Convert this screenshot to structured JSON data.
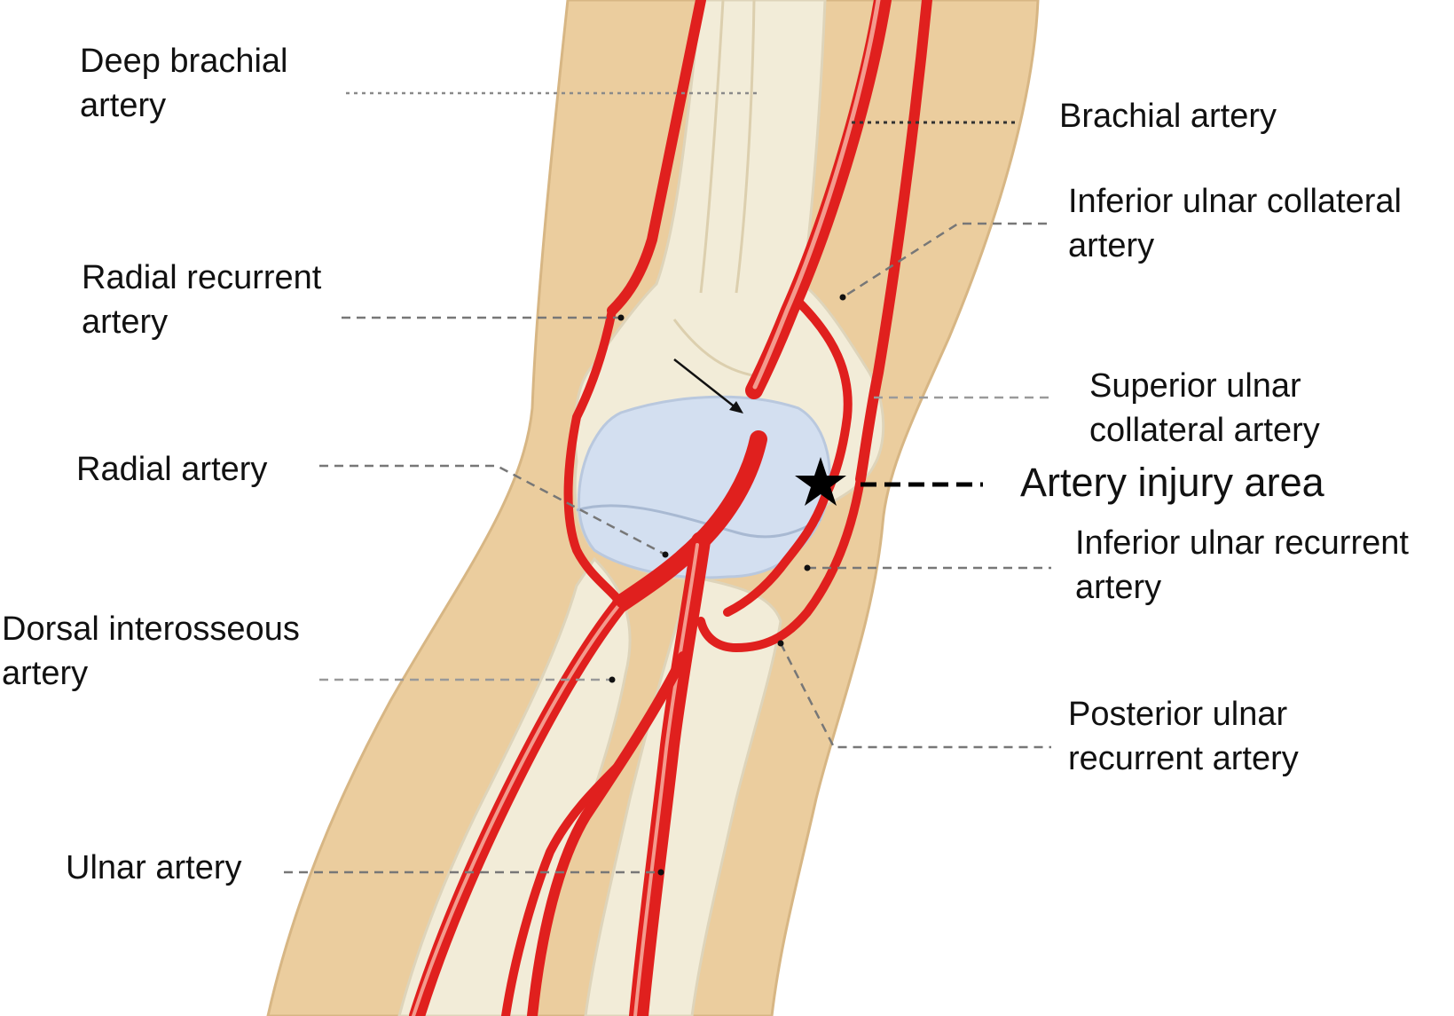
{
  "diagram": {
    "colors": {
      "skin": "#ebcd9e",
      "skin_edge": "#dcbb88",
      "bone": "#f2ecd8",
      "bone_edge": "#ded4ba",
      "cartilage": "#d3dff0",
      "artery": "#e0201e",
      "artery_highlight": "#f7b9a9",
      "leader": "#777777",
      "injury_marker": "#000000"
    },
    "labels": {
      "deep_brachial": [
        "Deep brachial",
        "artery"
      ],
      "radial_recurrent": [
        "Radial recurrent",
        "artery"
      ],
      "radial": [
        "Radial artery"
      ],
      "dorsal_interosseous": [
        "Dorsal interosseous",
        "artery"
      ],
      "ulnar": [
        "Ulnar artery"
      ],
      "brachial": [
        "Brachial artery"
      ],
      "inferior_ulnar_collateral": [
        "Inferior ulnar collateral",
        "artery"
      ],
      "superior_ulnar_collateral": [
        "Superior ulnar",
        "collateral artery"
      ],
      "artery_injury_area": [
        "Artery injury area"
      ],
      "inferior_ulnar_recurrent": [
        "Inferior ulnar recurrent",
        "artery"
      ],
      "posterior_ulnar_recurrent": [
        "Posterior ulnar",
        "recurrent artery"
      ]
    },
    "icons": {
      "injury_marker": "star-icon",
      "fracture_pointer": "arrow-icon"
    }
  }
}
